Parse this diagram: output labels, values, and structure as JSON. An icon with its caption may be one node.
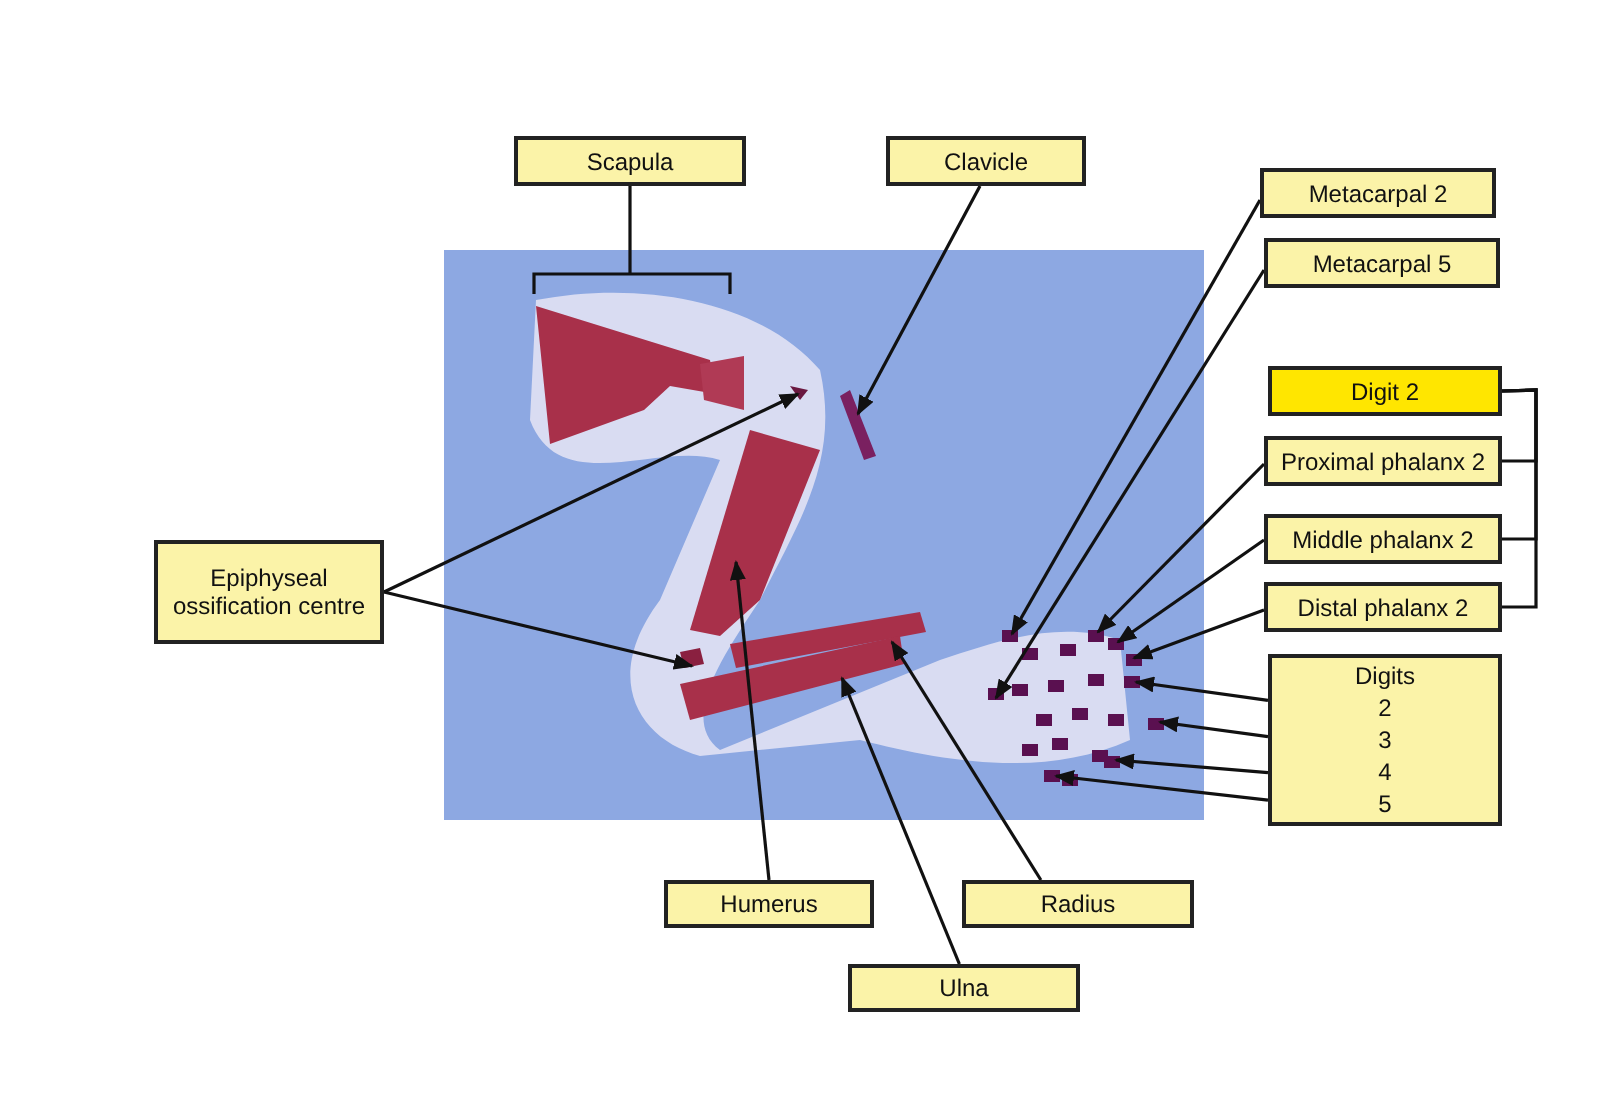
{
  "diagram": {
    "nodes": [
      {
        "text": [
          "Scapula"
        ]
      },
      {
        "text": [
          "Clavicle"
        ]
      },
      {
        "text": [
          "Metacarpal 2"
        ]
      },
      {
        "text": [
          "Metacarpal 5"
        ]
      },
      {
        "text": [
          "Digit 2"
        ]
      },
      {
        "text": [
          "Proximal phalanx 2"
        ]
      },
      {
        "text": [
          "Middle phalanx 2"
        ]
      },
      {
        "text": [
          "Distal phalanx 2"
        ]
      },
      {
        "text": [
          "Digits",
          "2",
          "3",
          "4",
          "5"
        ]
      },
      {
        "text": [
          "Epiphyseal ossification centre"
        ]
      },
      {
        "text": [
          "Humerus"
        ]
      },
      {
        "text": [
          "Ulna"
        ]
      },
      {
        "text": [
          "Radius"
        ]
      }
    ],
    "edges": [
      {
        "from": 0,
        "to": null,
        "arrow": "none"
      },
      {
        "from": 1,
        "to": null,
        "arrow": "to"
      },
      {
        "from": 2,
        "to": null,
        "arrow": "to"
      },
      {
        "from": 3,
        "to": null,
        "arrow": "to"
      },
      {
        "from": 4,
        "to": 5,
        "arrow": "none"
      },
      {
        "from": 4,
        "to": 6,
        "arrow": "none"
      },
      {
        "from": 4,
        "to": 7,
        "arrow": "none"
      },
      {
        "from": 5,
        "to": null,
        "arrow": "to"
      },
      {
        "from": 6,
        "to": null,
        "arrow": "to"
      },
      {
        "from": 7,
        "to": null,
        "arrow": "to"
      },
      {
        "from": 8,
        "to": null,
        "arrow": "to"
      },
      {
        "from": 8,
        "to": null,
        "arrow": "to"
      },
      {
        "from": 8,
        "to": null,
        "arrow": "to"
      },
      {
        "from": 8,
        "to": null,
        "arrow": "to"
      },
      {
        "from": 9,
        "to": null,
        "arrow": "to"
      },
      {
        "from": 9,
        "to": null,
        "arrow": "to"
      },
      {
        "from": 10,
        "to": null,
        "arrow": "to"
      },
      {
        "from": 11,
        "to": null,
        "arrow": "to"
      },
      {
        "from": 12,
        "to": null,
        "arrow": "to"
      }
    ]
  }
}
